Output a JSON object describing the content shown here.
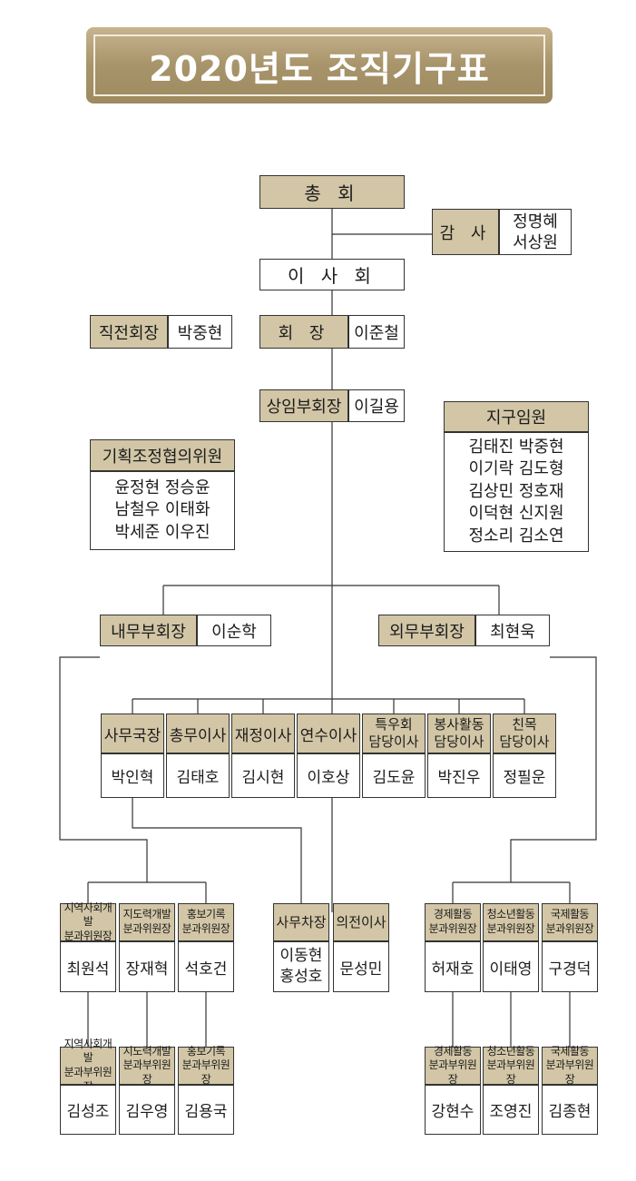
{
  "title": "2020년도 조직기구표",
  "general_assembly": "총 회",
  "auditor": {
    "label": "감 사",
    "names": "정명혜\n서상원"
  },
  "board": "이 사 회",
  "past_president": {
    "label": "직전회장",
    "name": "박중현"
  },
  "president": {
    "label": "회 장",
    "name": "이준철"
  },
  "standing_vp": {
    "label": "상임부회장",
    "name": "이길용"
  },
  "planning_committee": {
    "title": "기획조정협의위원",
    "members": "윤정현  정승윤\n남철우  이태화\n박세준  이우진"
  },
  "district_officers": {
    "title": "지구임원",
    "members": "김태진  박중현\n이기락  김도형\n김상민  정호재\n이덕현  신지원\n정소리  김소연"
  },
  "internal_vp": {
    "label": "내무부회장",
    "name": "이순학"
  },
  "external_vp": {
    "label": "외무부회장",
    "name": "최현욱"
  },
  "directors": [
    {
      "role": "사무국장",
      "name": "박인혁"
    },
    {
      "role": "총무이사",
      "name": "김태호"
    },
    {
      "role": "재정이사",
      "name": "김시현"
    },
    {
      "role": "연수이사",
      "name": "이호상"
    },
    {
      "role": "특우회\n담당이사",
      "name": "김도윤"
    },
    {
      "role": "봉사활동\n담당이사",
      "name": "박진우"
    },
    {
      "role": "친목\n담당이사",
      "name": "정필운"
    }
  ],
  "deputy_secretary": {
    "role": "사무차장",
    "name": "이동현\n홍성호"
  },
  "protocol_director": {
    "role": "의전이사",
    "name": "문성민"
  },
  "left_chairs": [
    {
      "role": "지역사회개발\n분과위원장",
      "name": "최원석"
    },
    {
      "role": "지도력개발\n분과위원장",
      "name": "장재혁"
    },
    {
      "role": "홍보기록\n분과위원장",
      "name": "석호건"
    }
  ],
  "right_chairs": [
    {
      "role": "경제활동\n분과위원장",
      "name": "허재호"
    },
    {
      "role": "청소년활동\n분과위원장",
      "name": "이태영"
    },
    {
      "role": "국제활동\n분과위원장",
      "name": "구경덕"
    }
  ],
  "left_vice_chairs": [
    {
      "role": "지역사회개발\n분과부위원장",
      "name": "김성조"
    },
    {
      "role": "지도력개발\n분과부위원장",
      "name": "김우영"
    },
    {
      "role": "홍보기록\n분과부위원장",
      "name": "김용국"
    }
  ],
  "right_vice_chairs": [
    {
      "role": "경제활동\n분과부위원장",
      "name": "강현수"
    },
    {
      "role": "청소년활동\n분과부위원장",
      "name": "조영진"
    },
    {
      "role": "국제활동\n분과부위원장",
      "name": "김종현"
    }
  ]
}
